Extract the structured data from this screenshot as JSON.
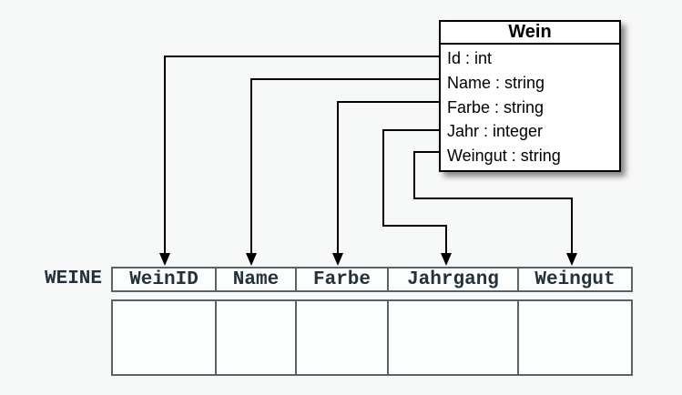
{
  "class_box": {
    "title": "Wein",
    "attributes": [
      "Id : int",
      "Name : string",
      "Farbe : string",
      "Jahr : integer",
      "Weingut : string"
    ]
  },
  "table": {
    "label": "WEINE",
    "columns": [
      "WeinID",
      "Name",
      "Farbe",
      "Jahrgang",
      "Weingut"
    ],
    "body_row_cells": [
      "",
      "",
      "",
      "",
      ""
    ]
  },
  "mappings": [
    {
      "from": "Id",
      "to": "WeinID"
    },
    {
      "from": "Name",
      "to": "Name"
    },
    {
      "from": "Farbe",
      "to": "Farbe"
    },
    {
      "from": "Jahr",
      "to": "Jahrgang"
    },
    {
      "from": "Weingut",
      "to": "Weingut"
    }
  ],
  "colors": {
    "background": "#f7f8f8",
    "arrow_line": "#000000",
    "class_box_border": "#000000",
    "class_box_fill": "#ffffff",
    "table_border": "#556469",
    "table_text": "#23323a"
  }
}
